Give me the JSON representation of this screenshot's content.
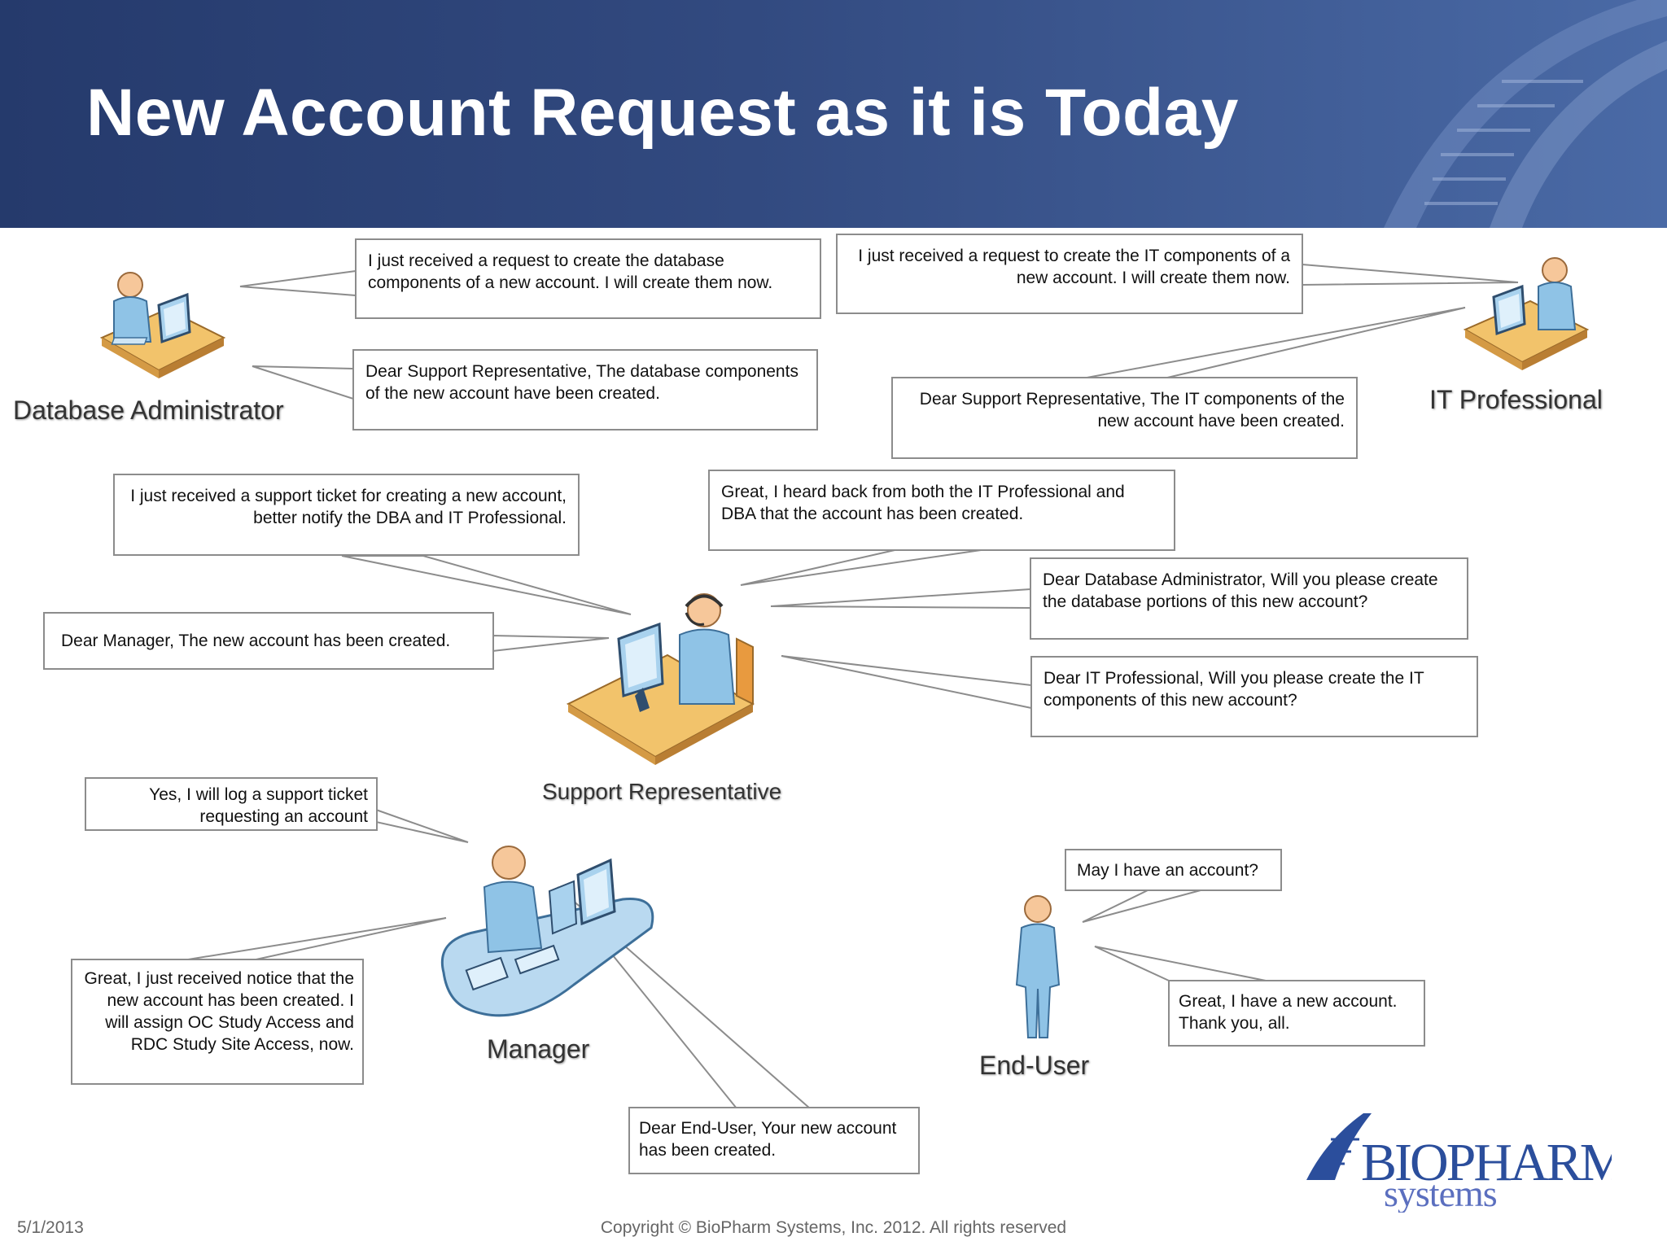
{
  "title": "New Account Request as it is Today",
  "roles": {
    "dba": "Database Administrator",
    "it": "IT Professional",
    "support": "Support Representative",
    "manager": "Manager",
    "enduser": "End-User"
  },
  "bubbles": {
    "dba_received": "I just received a request to create the database components of a new account.  I will create them now.",
    "dba_done": "Dear Support Representative, The database components of the new account have been created.",
    "it_received": "I just received a request to create the IT components of a new account.  I will create them now.",
    "it_done": "Dear Support Representative, The IT components of the new account have been created.",
    "sr_received": "I just received a support ticket for creating a new account, better notify the DBA and IT Professional.",
    "sr_heard_back": "Great, I heard back from both the IT Professional and DBA that the account has been created.",
    "sr_to_dba": "Dear Database Administrator, Will you please create the database portions of this new account?",
    "sr_to_it": "Dear IT Professional, Will you please create the IT components of this new account?",
    "sr_to_manager": "Dear Manager, The new account has been created.",
    "mgr_log_ticket": "Yes, I will log a  support ticket requesting an account",
    "mgr_assign": "Great, I just received notice that the new account has been created.  I will assign OC Study Access and RDC Study Site Access, now.",
    "mgr_to_enduser": "Dear End-User, Your new account has been created.",
    "eu_request": "May I have an account?",
    "eu_thanks": "Great, I have a new account. Thank you, all."
  },
  "footer": {
    "date": "5/1/2013",
    "copyright": "Copyright © BioPharm Systems, Inc.  2012.  All rights reserved"
  },
  "logo": {
    "line1": "BIOPHARM",
    "line2": "systems"
  },
  "colors": {
    "header_dark": "#253a6c",
    "header_light": "#4a6aa6",
    "figure_blue": "#8fc3e6",
    "desk_orange": "#f2c36b",
    "logo_blue": "#2b4e9c"
  }
}
